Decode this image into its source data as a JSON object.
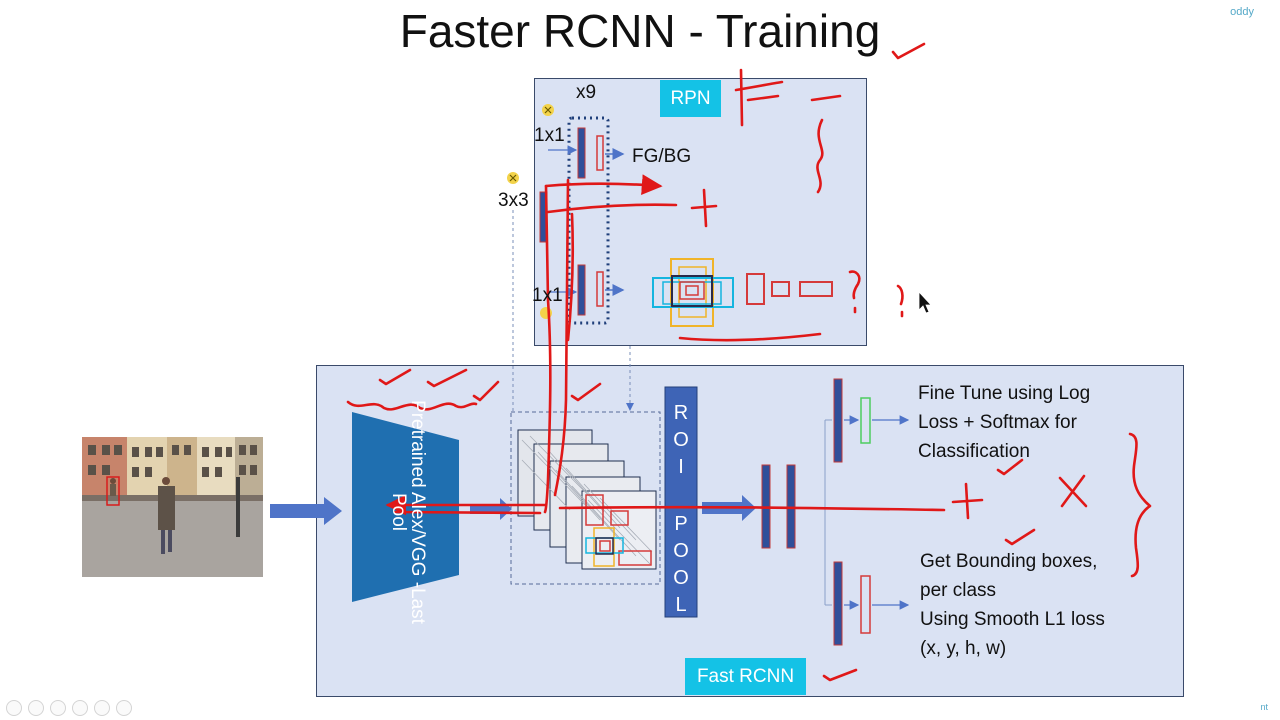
{
  "header": {
    "title": "Faster RCNN - Training",
    "brand": "oddy",
    "brand_bottom": "nt"
  },
  "rpn": {
    "label": "RPN",
    "x9": "x9",
    "conv_1x1_top": "1x1",
    "conv_3x3": "3x3",
    "conv_1x1_bottom": "1x1",
    "fg_bg": "FG/BG"
  },
  "fast_rcnn": {
    "label": "Fast RCNN",
    "backbone_label": "Pretrained Alex/VGG -Last Pool",
    "roi_pool_letters": [
      "R",
      "O",
      "I",
      "P",
      "O",
      "O",
      "L"
    ],
    "classification_lines": [
      "Fine Tune using Log",
      "Loss + Softmax for",
      "Classification"
    ],
    "bbox_lines": [
      "Get Bounding boxes,",
      "per class",
      "Using Smooth L1 loss",
      "(x, y, h, w)"
    ]
  },
  "annotations": {
    "question_mark": "?",
    "plus": "+",
    "cross": "X"
  },
  "toolbar": {
    "icons": [
      "prev-icon",
      "next-icon",
      "pen-icon",
      "copy-icon",
      "zoom-icon",
      "more-icon"
    ]
  },
  "colors": {
    "panel_bg": "#dae2f3",
    "label_bg": "#14c2e6",
    "backbone": "#1f6fb0",
    "roi_pool": "#3e64b6",
    "ink": "#e01818"
  }
}
